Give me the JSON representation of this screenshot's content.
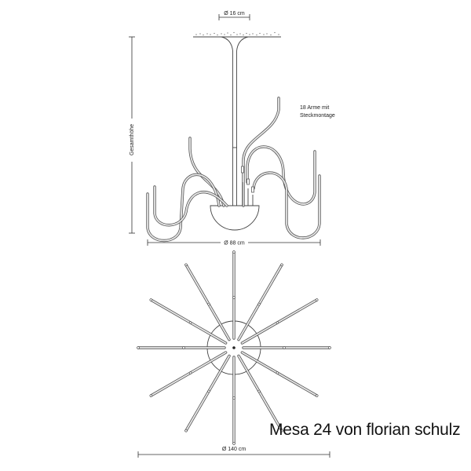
{
  "drawing": {
    "title": "Mesa 24 von florian schulz",
    "side_view": {
      "canopy_dimension": "Ø 16 cm",
      "total_height_label": "Gesamthöhe",
      "arms_note_line1": "18 Arme mit",
      "arms_note_line2": "Steckmontage",
      "width_dimension": "Ø 88 cm"
    },
    "top_view": {
      "arm_count": 12,
      "width_dimension": "Ø 140 cm"
    },
    "colors": {
      "line": "#444444",
      "background": "#ffffff",
      "text": "#111111"
    }
  }
}
